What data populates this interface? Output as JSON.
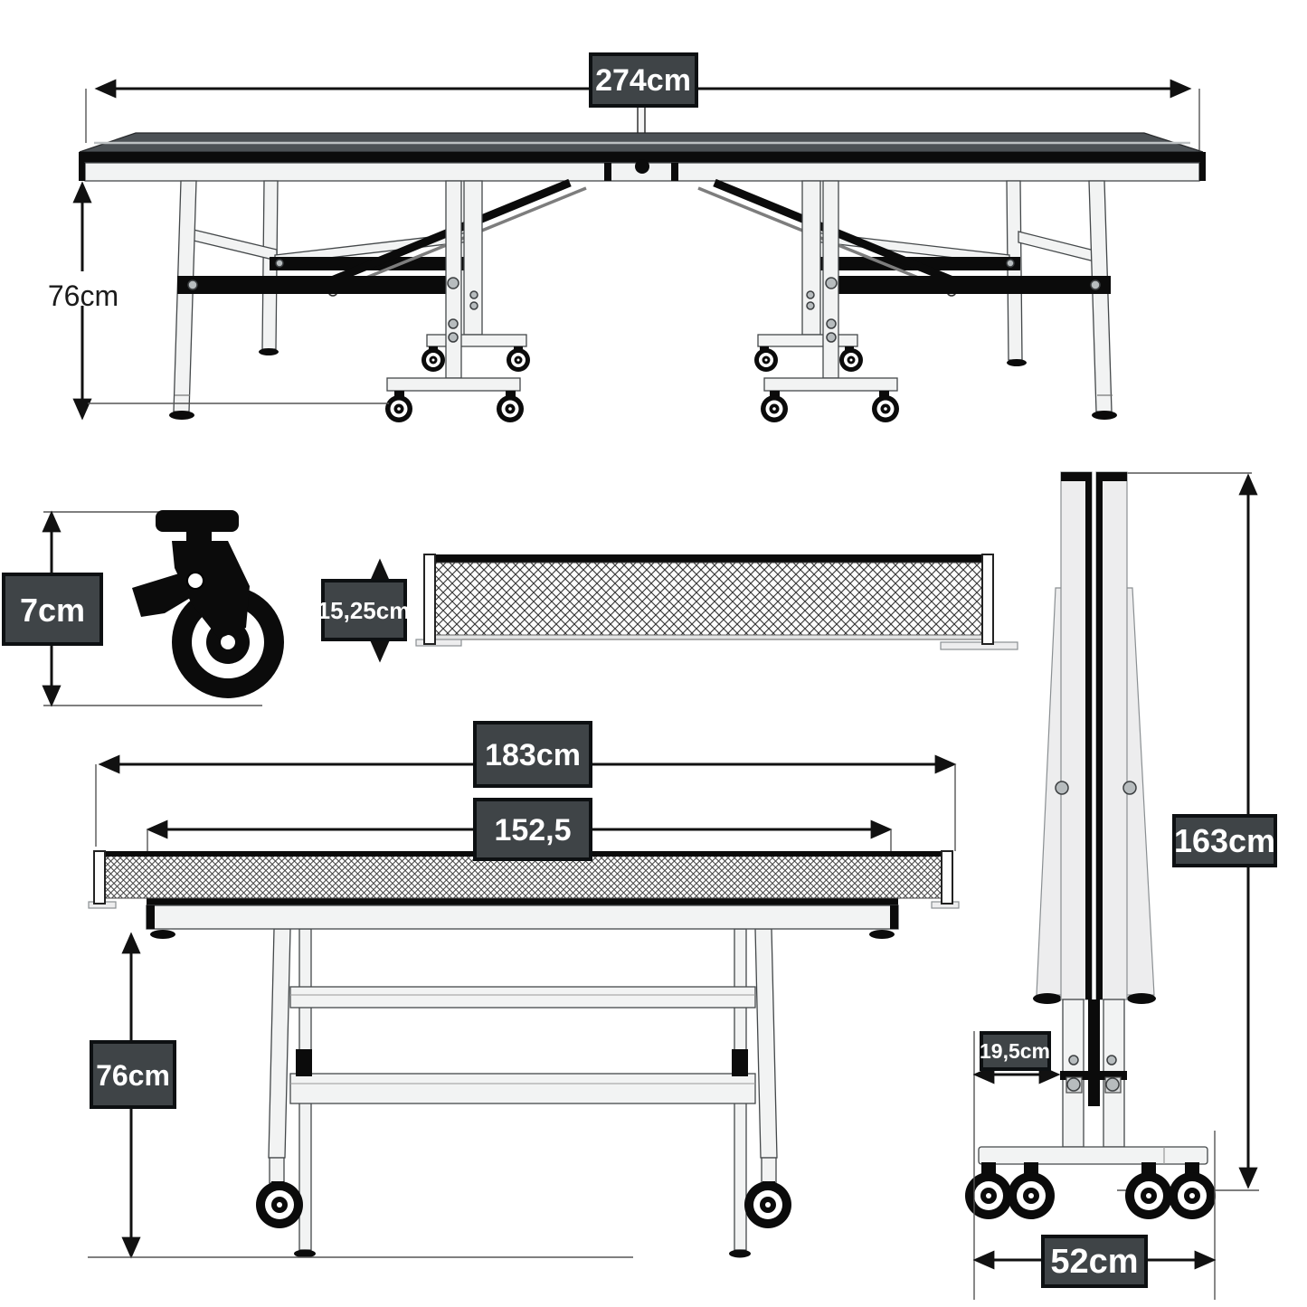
{
  "diagram": {
    "top_side_view": {
      "length": "274cm",
      "height": "76cm"
    },
    "caster_detail": {
      "height": "7cm"
    },
    "net_detail": {
      "height": "15,25cm"
    },
    "front_view": {
      "net_length": "183cm",
      "table_width": "152,5",
      "height": "76cm"
    },
    "folded_view": {
      "height": "163cm",
      "folded_depth": "19,5cm",
      "base_width": "52cm"
    }
  },
  "colors": {
    "label_box": "#3f4447",
    "label_text": "#ffffff",
    "tabletop": "#4c5155",
    "dimension_line": "#111111",
    "part_fill": "#f2f3f3",
    "black_parts": "#0b0b0b"
  }
}
